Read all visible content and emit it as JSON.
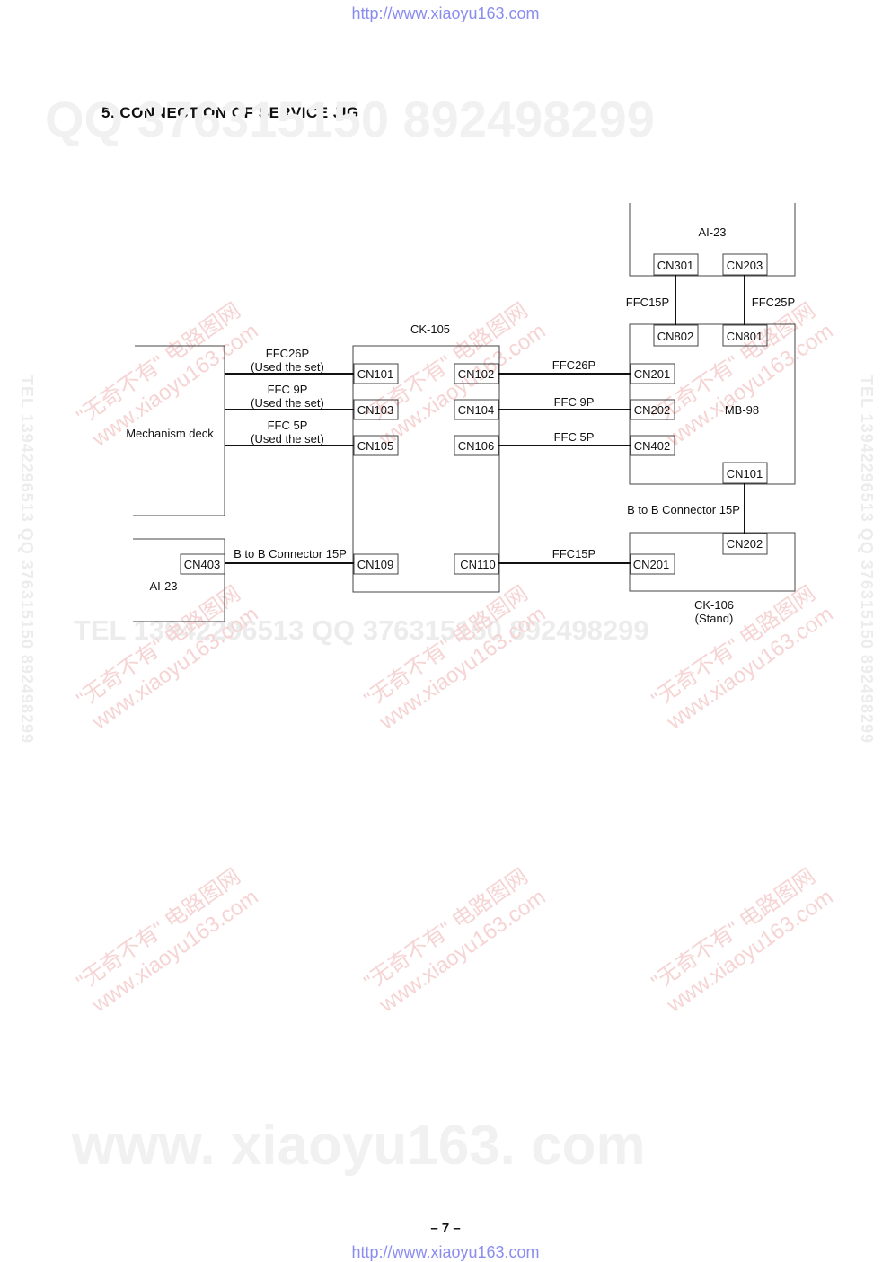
{
  "header": {
    "url": "http://www.xiaoyu163.com"
  },
  "footer": {
    "url": "http://www.xiaoyu163.com",
    "page_number": "– 7 –"
  },
  "section": {
    "title": "5.   CONNECTION  OF  SERVICE  JIG"
  },
  "watermarks": {
    "qq_top": "QQ 376315150    892498299",
    "tel_mid": "TEL 13942296513       QQ 376315150  892498299",
    "side": "TEL 13942296513  QQ 376315150  892498299",
    "big_bottom": "www. xiaoyu163. com",
    "diag_line1": "\"无奇不有\" 电路图网",
    "diag_line2": "www.xiaoyu163.com"
  },
  "diagram": {
    "boards": {
      "mechanism_deck": "Mechanism deck",
      "ai23_left": "AI-23",
      "ck105": "CK-105",
      "ai23_top": "AI-23",
      "mb98": "MB-98",
      "ck106": "CK-106",
      "ck106_note": "(Stand)"
    },
    "connectors": {
      "ck105_cn101": "CN101",
      "ck105_cn103": "CN103",
      "ck105_cn105": "CN105",
      "ck105_cn109": "CN109",
      "ck105_cn102": "CN102",
      "ck105_cn104": "CN104",
      "ck105_cn106": "CN106",
      "ck105_cn110": "CN110",
      "ai23_cn403": "CN403",
      "ai23_cn301": "CN301",
      "ai23_cn203": "CN203",
      "mb98_cn802": "CN802",
      "mb98_cn801": "CN801",
      "mb98_cn201": "CN201",
      "mb98_cn202": "CN202",
      "mb98_cn402": "CN402",
      "mb98_cn101": "CN101",
      "ck106_cn202": "CN202",
      "ck106_cn201": "CN201"
    },
    "cables": {
      "ffc26p_left": "FFC26P",
      "ffc26p_left_note": "(Used the set)",
      "ffc9p_left": "FFC  9P",
      "ffc9p_left_note": "(Used the set)",
      "ffc5p_left": "FFC  5P",
      "ffc5p_left_note": "(Used the set)",
      "btob_left": "B to B Connector 15P",
      "ffc26p_right": "FFC26P",
      "ffc9p_right": "FFC  9P",
      "ffc5p_right": "FFC  5P",
      "ffc15p_right": "FFC15P",
      "ffc15p_top": "FFC15P",
      "ffc25p_top": "FFC25P",
      "btob_right": "B to B Connector 15P"
    }
  }
}
